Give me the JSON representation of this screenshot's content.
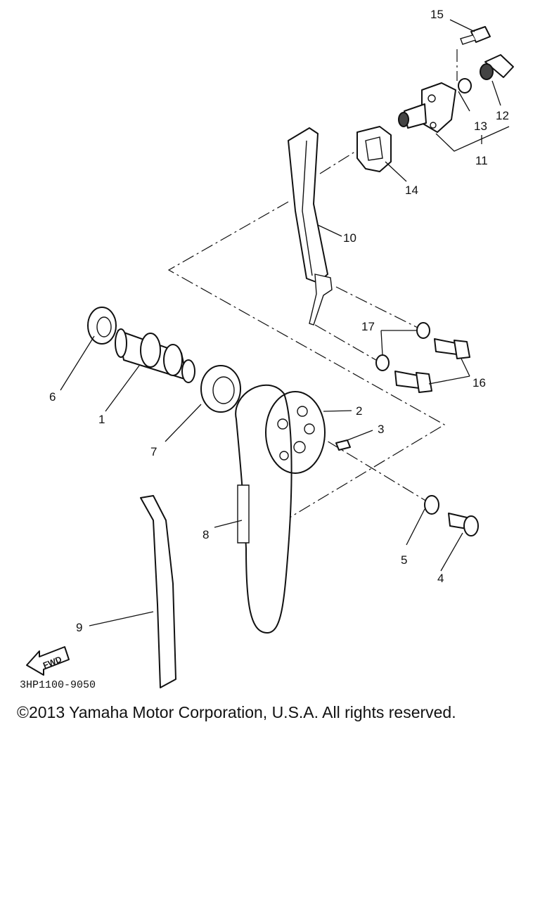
{
  "diagram": {
    "part_number": "3HP1100-9050",
    "fwd_label": "FWD",
    "callouts": [
      {
        "id": "c1",
        "text": "1"
      },
      {
        "id": "c2",
        "text": "2"
      },
      {
        "id": "c3",
        "text": "3"
      },
      {
        "id": "c4",
        "text": "4"
      },
      {
        "id": "c5",
        "text": "5"
      },
      {
        "id": "c6",
        "text": "6"
      },
      {
        "id": "c7",
        "text": "7"
      },
      {
        "id": "c8",
        "text": "8"
      },
      {
        "id": "c9",
        "text": "9"
      },
      {
        "id": "c10",
        "text": "10"
      },
      {
        "id": "c11",
        "text": "11"
      },
      {
        "id": "c12",
        "text": "12"
      },
      {
        "id": "c13",
        "text": "13"
      },
      {
        "id": "c14",
        "text": "14"
      },
      {
        "id": "c15",
        "text": "15"
      },
      {
        "id": "c16",
        "text": "16"
      },
      {
        "id": "c17",
        "text": "17"
      }
    ]
  },
  "footer": {
    "copyright": "©2013 Yamaha Motor Corporation, U.S.A. All rights reserved."
  }
}
